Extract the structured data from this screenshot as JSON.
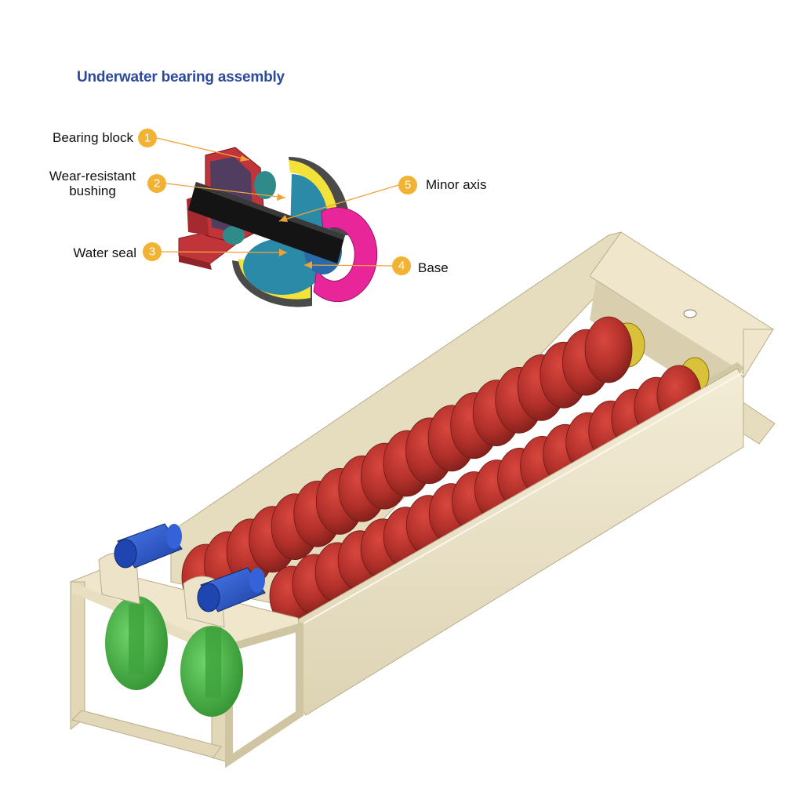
{
  "title": "Underwater bearing assembly",
  "parts": [
    {
      "num": "1",
      "label": "Bearing block"
    },
    {
      "num": "2",
      "label": "Wear-resistant",
      "label2": "bushing"
    },
    {
      "num": "3",
      "label": "Water seal"
    },
    {
      "num": "4",
      "label": "Base"
    },
    {
      "num": "5",
      "label": "Minor axis"
    }
  ],
  "colors": {
    "title": "#2b4a9a",
    "badge": "#f2b233",
    "leader": "#f0a23a",
    "frame": "#ece3c8",
    "spiral": "#b8302a",
    "motor": "#2a57c8",
    "pulley": "#4bb24a",
    "bearing_red": "#c0343a",
    "seal_yellow": "#f3e23a",
    "base_magenta": "#e8269a",
    "bushing_teal": "#2f8a8a"
  }
}
